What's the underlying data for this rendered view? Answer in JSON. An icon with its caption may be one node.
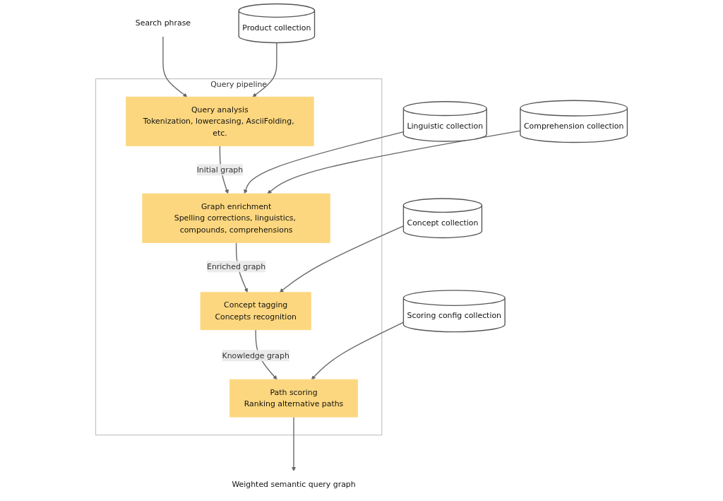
{
  "diagram": {
    "nodes": [
      {
        "text": [
          "Search phrase"
        ]
      },
      {
        "text": [
          "Query pipeline"
        ]
      },
      {
        "text": [
          "Query analysis",
          "Tokenization, lowercasing, AsciiFolding, etc."
        ],
        "in": 1
      },
      {
        "text": [
          "Graph enrichment",
          "Spelling corrections, linguistics, compounds, comprehensions"
        ],
        "in": 1
      },
      {
        "text": [
          "Concept tagging",
          "Concepts recognition"
        ],
        "in": 1
      },
      {
        "text": [
          "Path scoring",
          "Ranking alternative paths"
        ],
        "in": 1
      },
      {
        "text": [
          "Weighted semantic query graph"
        ]
      },
      {
        "text": [
          "Product collection"
        ]
      },
      {
        "text": [
          "Linguistic collection"
        ]
      },
      {
        "text": [
          "Comprehension collection"
        ]
      },
      {
        "text": [
          "Concept collection"
        ]
      },
      {
        "text": [
          "Scoring config collection"
        ]
      }
    ],
    "edges": [
      {
        "from": 0,
        "to": 2,
        "arrow": "to"
      },
      {
        "from": 2,
        "to": 3,
        "arrow": "to",
        "label": "Initial graph"
      },
      {
        "from": 3,
        "to": 4,
        "arrow": "to",
        "label": "Enriched graph"
      },
      {
        "from": 4,
        "to": 5,
        "arrow": "to",
        "label": "Knowledge graph"
      },
      {
        "from": 5,
        "to": 6,
        "arrow": "to"
      },
      {
        "from": 7,
        "to": 2,
        "arrow": "to"
      },
      {
        "from": 8,
        "to": 3,
        "arrow": "to"
      },
      {
        "from": 9,
        "to": 3,
        "arrow": "to"
      },
      {
        "from": 10,
        "to": 4,
        "arrow": "to"
      },
      {
        "from": 11,
        "to": 5,
        "arrow": "to"
      }
    ]
  }
}
